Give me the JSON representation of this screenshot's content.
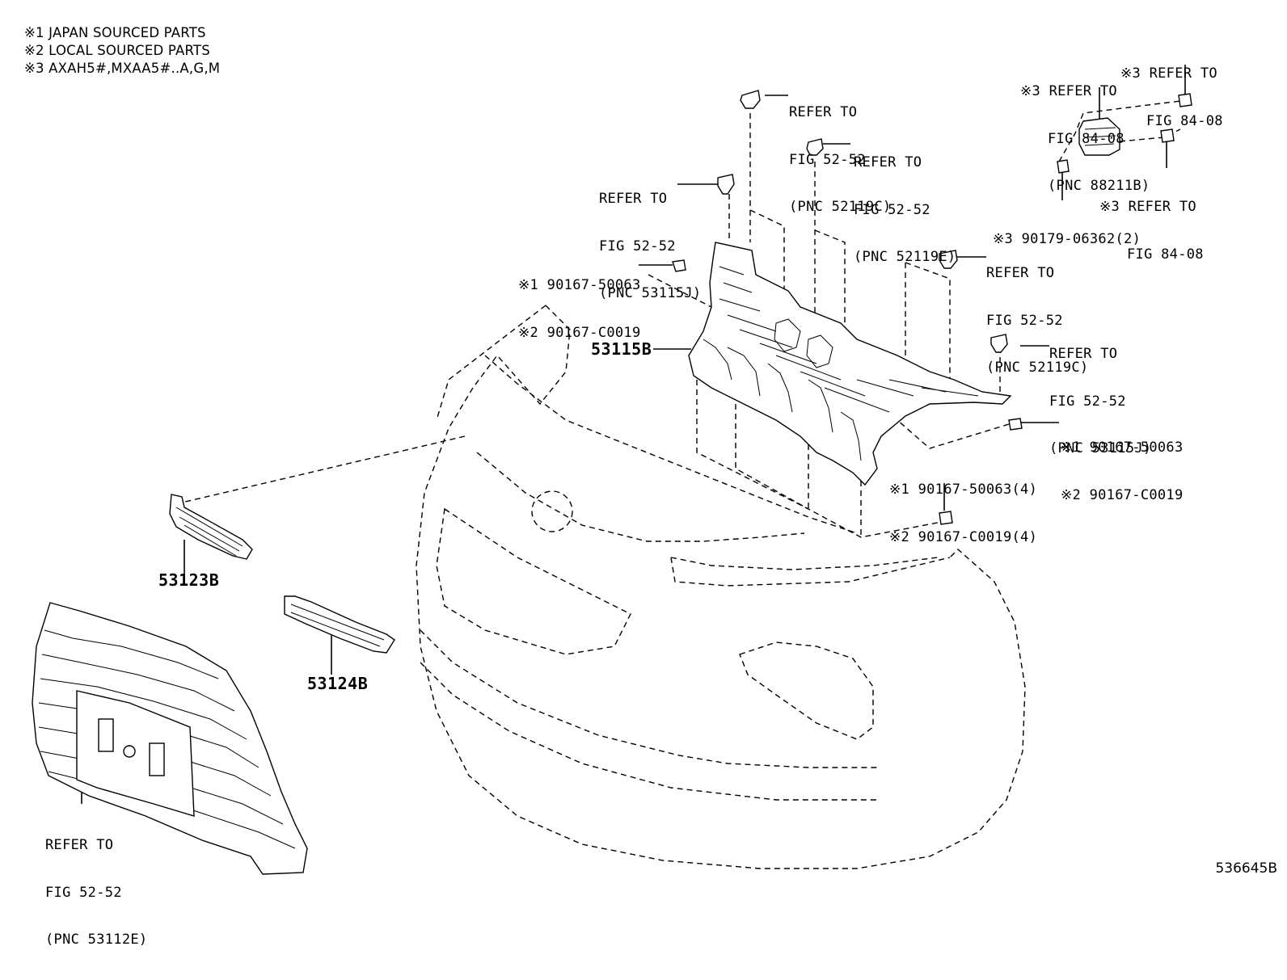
{
  "notes": [
    "※1 JAPAN SOURCED PARTS",
    "※2 LOCAL SOURCED PARTS",
    "※3 AXAH5#,MXAA5#..A,G,M"
  ],
  "callouts": {
    "c_52119C_top": [
      "REFER TO",
      "FIG 52-52",
      "(PNC 52119C)"
    ],
    "c_52119E": [
      "REFER TO",
      "FIG 52-52",
      "(PNC 52119E)"
    ],
    "c_53115J_left": [
      "REFER TO",
      "FIG 52-52",
      "(PNC 53115J)"
    ],
    "c_88211B": [
      "※3 REFER TO",
      "FIG 84-08",
      "(PNC 88211B)"
    ],
    "c_84_08_top": [
      "※3 REFER TO",
      "FIG 84-08"
    ],
    "c_84_08_mid": [
      "※3 REFER TO",
      "FIG 84-08"
    ],
    "c_90179": [
      "※3 90179-06362(2)"
    ],
    "c_52119C_right": [
      "REFER TO",
      "FIG 52-52",
      "(PNC 52119C)"
    ],
    "c_53115J_right": [
      "REFER TO",
      "FIG 52-52",
      "(PNC 53115J)"
    ],
    "c_bolt_left": [
      "※1 90167-50063",
      "※2 90167-C0019"
    ],
    "c_bolt_right": [
      "※1 90167-50063",
      "※2 90167-C0019"
    ],
    "c_bolt_bottom": [
      "※1 90167-50063(4)",
      "※2 90167-C0019(4)"
    ],
    "c_53112E": [
      "REFER TO",
      "FIG 52-52",
      "(PNC 53112E)"
    ]
  },
  "parts": {
    "p_53115B": "53115B",
    "p_53123B": "53123B",
    "p_53124B": "53124B"
  },
  "figure_id": "536645B"
}
